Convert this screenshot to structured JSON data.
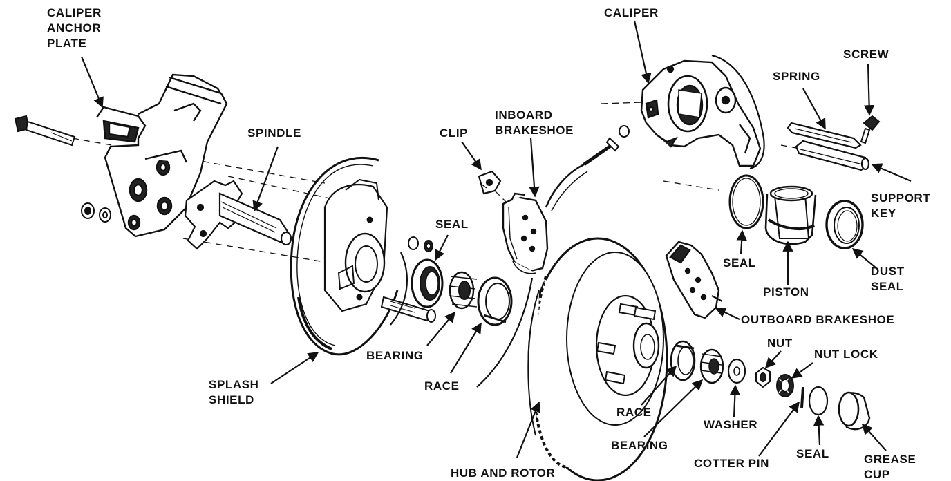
{
  "diagram": {
    "ink_color": "#111111",
    "background_color": "#ffffff",
    "labels": {
      "caliper_anchor_plate": [
        "CALIPER",
        "ANCHOR",
        "PLATE"
      ],
      "spindle": [
        "SPINDLE"
      ],
      "splash_shield": [
        "SPLASH",
        "SHIELD"
      ],
      "seal_inner": [
        "SEAL"
      ],
      "bearing_inner": [
        "BEARING"
      ],
      "race_inner": [
        "RACE"
      ],
      "clip": [
        "CLIP"
      ],
      "inboard_brakeshoe": [
        "INBOARD",
        "BRAKESHOE"
      ],
      "hub_and_rotor": [
        "HUB AND ROTOR"
      ],
      "caliper": [
        "CALIPER"
      ],
      "spring": [
        "SPRING"
      ],
      "screw": [
        "SCREW"
      ],
      "support_key": [
        "SUPPORT",
        "KEY"
      ],
      "seal_piston": [
        "SEAL"
      ],
      "piston": [
        "PISTON"
      ],
      "dust_seal": [
        "DUST",
        "SEAL"
      ],
      "outboard_brakeshoe": [
        "OUTBOARD BRAKESHOE"
      ],
      "race_outer": [
        "RACE"
      ],
      "bearing_outer": [
        "BEARING"
      ],
      "washer": [
        "WASHER"
      ],
      "nut": [
        "NUT"
      ],
      "nut_lock": [
        "NUT LOCK"
      ],
      "cotter_pin": [
        "COTTER PIN"
      ],
      "seal_cap": [
        "SEAL"
      ],
      "grease_cup": [
        "GREASE",
        "CUP"
      ]
    }
  }
}
